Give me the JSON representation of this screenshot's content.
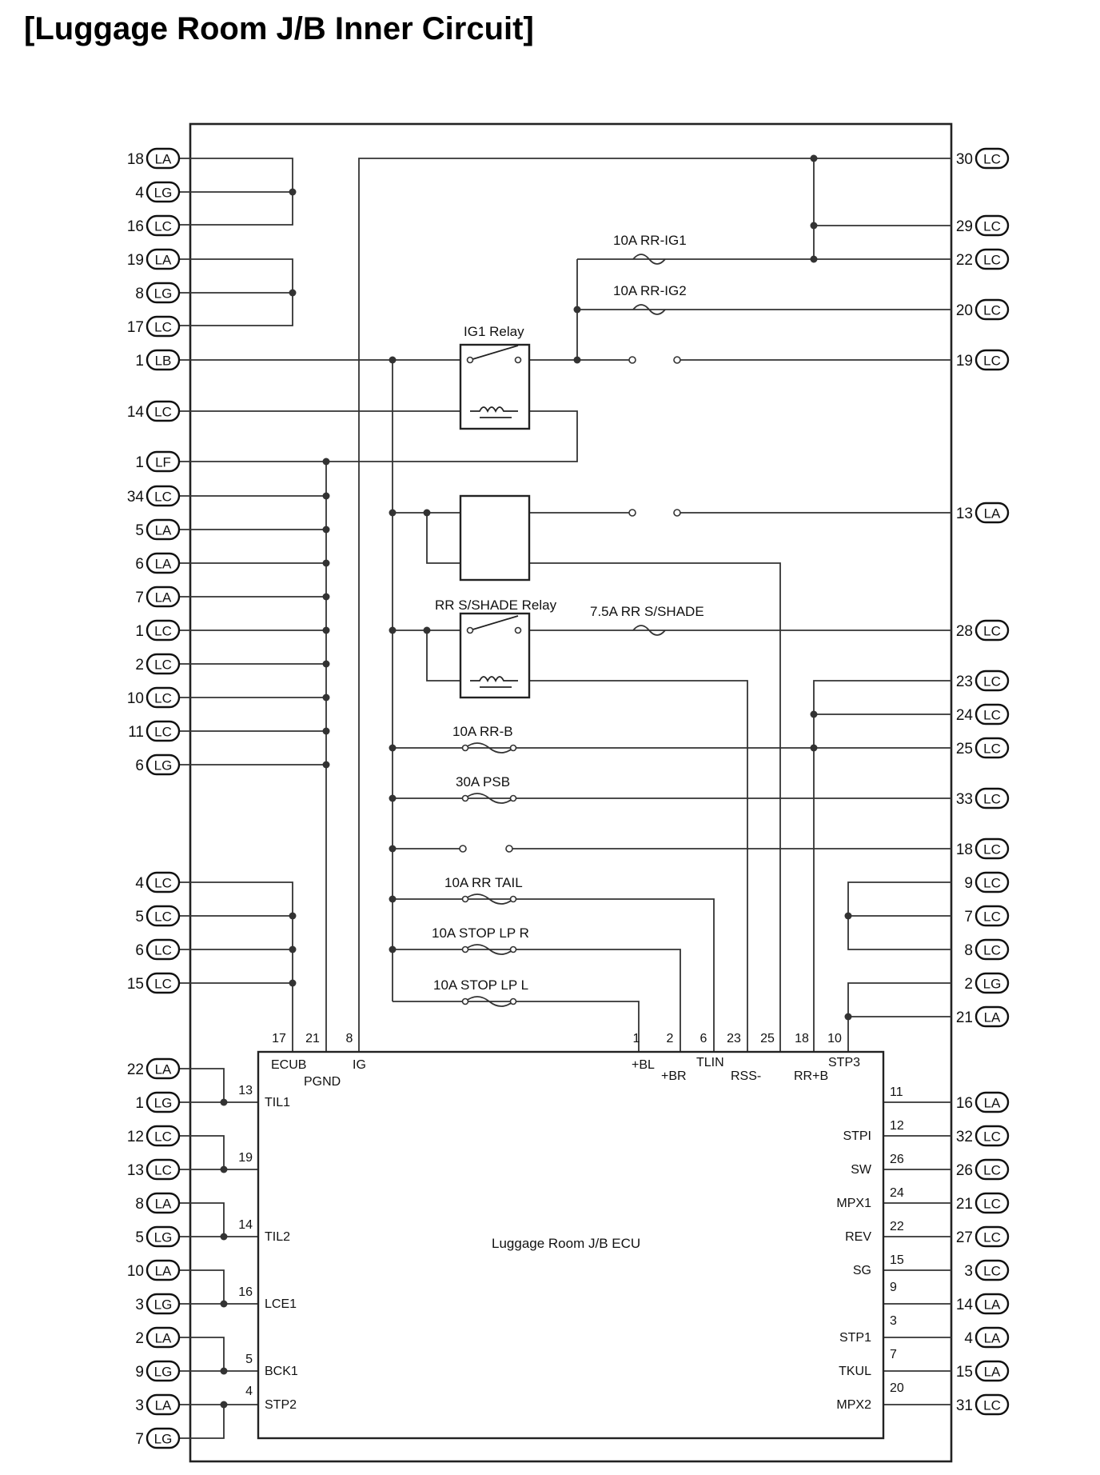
{
  "title": "[Luggage Room J/B Inner Circuit]",
  "left_connectors": [
    {
      "num": "18",
      "conn": "LA"
    },
    {
      "num": "4",
      "conn": "LG"
    },
    {
      "num": "16",
      "conn": "LC"
    },
    {
      "num": "19",
      "conn": "LA"
    },
    {
      "num": "8",
      "conn": "LG"
    },
    {
      "num": "17",
      "conn": "LC"
    },
    {
      "num": "1",
      "conn": "LB"
    },
    {
      "num": "14",
      "conn": "LC"
    },
    {
      "num": "1",
      "conn": "LF"
    },
    {
      "num": "34",
      "conn": "LC"
    },
    {
      "num": "5",
      "conn": "LA"
    },
    {
      "num": "6",
      "conn": "LA"
    },
    {
      "num": "7",
      "conn": "LA"
    },
    {
      "num": "1",
      "conn": "LC"
    },
    {
      "num": "2",
      "conn": "LC"
    },
    {
      "num": "10",
      "conn": "LC"
    },
    {
      "num": "11",
      "conn": "LC"
    },
    {
      "num": "6",
      "conn": "LG"
    },
    {
      "num": "4",
      "conn": "LC"
    },
    {
      "num": "5",
      "conn": "LC"
    },
    {
      "num": "6",
      "conn": "LC"
    },
    {
      "num": "15",
      "conn": "LC"
    },
    {
      "num": "22",
      "conn": "LA"
    },
    {
      "num": "1",
      "conn": "LG"
    },
    {
      "num": "12",
      "conn": "LC"
    },
    {
      "num": "13",
      "conn": "LC"
    },
    {
      "num": "8",
      "conn": "LA"
    },
    {
      "num": "5",
      "conn": "LG"
    },
    {
      "num": "10",
      "conn": "LA"
    },
    {
      "num": "3",
      "conn": "LG"
    },
    {
      "num": "2",
      "conn": "LA"
    },
    {
      "num": "9",
      "conn": "LG"
    },
    {
      "num": "3",
      "conn": "LA"
    },
    {
      "num": "7",
      "conn": "LG"
    }
  ],
  "right_connectors": [
    {
      "num": "30",
      "conn": "LC"
    },
    {
      "num": "29",
      "conn": "LC"
    },
    {
      "num": "22",
      "conn": "LC"
    },
    {
      "num": "20",
      "conn": "LC"
    },
    {
      "num": "19",
      "conn": "LC"
    },
    {
      "num": "13",
      "conn": "LA"
    },
    {
      "num": "28",
      "conn": "LC"
    },
    {
      "num": "23",
      "conn": "LC"
    },
    {
      "num": "24",
      "conn": "LC"
    },
    {
      "num": "25",
      "conn": "LC"
    },
    {
      "num": "33",
      "conn": "LC"
    },
    {
      "num": "18",
      "conn": "LC"
    },
    {
      "num": "9",
      "conn": "LC"
    },
    {
      "num": "7",
      "conn": "LC"
    },
    {
      "num": "8",
      "conn": "LC"
    },
    {
      "num": "2",
      "conn": "LG"
    },
    {
      "num": "21",
      "conn": "LA"
    },
    {
      "num": "16",
      "conn": "LA"
    },
    {
      "num": "32",
      "conn": "LC"
    },
    {
      "num": "26",
      "conn": "LC"
    },
    {
      "num": "21",
      "conn": "LC"
    },
    {
      "num": "27",
      "conn": "LC"
    },
    {
      "num": "3",
      "conn": "LC"
    },
    {
      "num": "14",
      "conn": "LA"
    },
    {
      "num": "4",
      "conn": "LA"
    },
    {
      "num": "15",
      "conn": "LA"
    },
    {
      "num": "31",
      "conn": "LC"
    }
  ],
  "fuses": [
    "10A RR-IG1",
    "10A RR-IG2",
    "7.5A RR S/SHADE",
    "10A RR-B",
    "30A PSB",
    "10A RR TAIL",
    "10A STOP LP R",
    "10A STOP LP L"
  ],
  "relays": [
    "IG1 Relay",
    "RR S/SHADE Relay"
  ],
  "ecu": {
    "name": "Luggage Room J/B ECU",
    "top_pins": [
      "17",
      "21",
      "8",
      "1",
      "2",
      "6",
      "23",
      "25",
      "18",
      "10"
    ],
    "top_signals": [
      "ECUB",
      "PGND",
      "IG",
      "+BL",
      "+BR",
      "TLIN",
      "RSS-",
      "RR+B",
      "STP3"
    ],
    "left_pins": [
      "13",
      "19",
      "14",
      "16",
      "5",
      "4"
    ],
    "left_signals": [
      "TIL1",
      "TIL2",
      "LCE1",
      "BCK1",
      "STP2"
    ],
    "right_pins": [
      "11",
      "12",
      "26",
      "24",
      "22",
      "15",
      "9",
      "3",
      "7",
      "20"
    ],
    "right_signals": [
      "STPI",
      "SW",
      "MPX1",
      "REV",
      "SG",
      "STP1",
      "TKUL",
      "MPX2"
    ]
  }
}
